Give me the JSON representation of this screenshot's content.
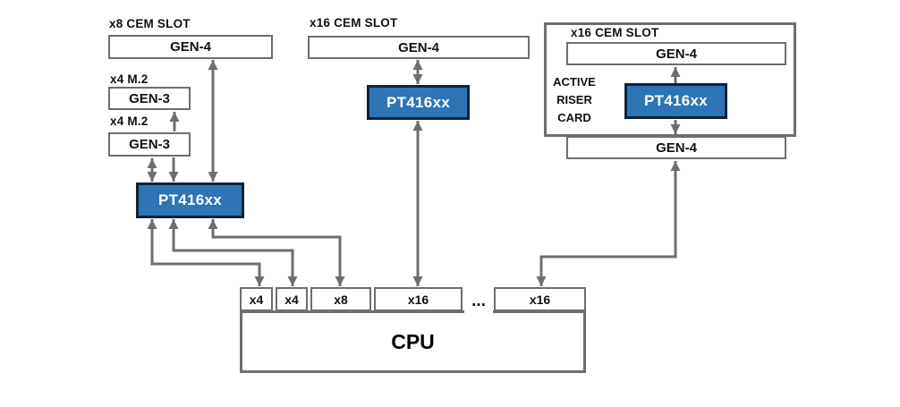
{
  "colors": {
    "switch_blue": "#2e75b6",
    "switch_border": "#0d2339",
    "line_gray": "#6e6e6e",
    "text_dark": "#111111"
  },
  "left": {
    "slot_label": "x8 CEM SLOT",
    "gen4": "GEN-4",
    "m2_top_label": "x4 M.2",
    "gen3_top": "GEN-3",
    "m2_bottom_label": "x4 M.2",
    "gen3_bottom": "GEN-3",
    "switch": "PT416xx"
  },
  "middle": {
    "slot_label": "x16 CEM SLOT",
    "gen4": "GEN-4",
    "switch": "PT416xx"
  },
  "riser": {
    "slot_label": "x16 CEM SLOT",
    "gen4_top": "GEN-4",
    "label_lines": [
      "ACTIVE",
      "RISER",
      "CARD"
    ],
    "switch": "PT416xx",
    "gen4_bottom": "GEN-4"
  },
  "cpu": {
    "label": "CPU",
    "ports": [
      "x4",
      "x4",
      "x8",
      "x16",
      "x16"
    ],
    "ellipsis": "..."
  }
}
